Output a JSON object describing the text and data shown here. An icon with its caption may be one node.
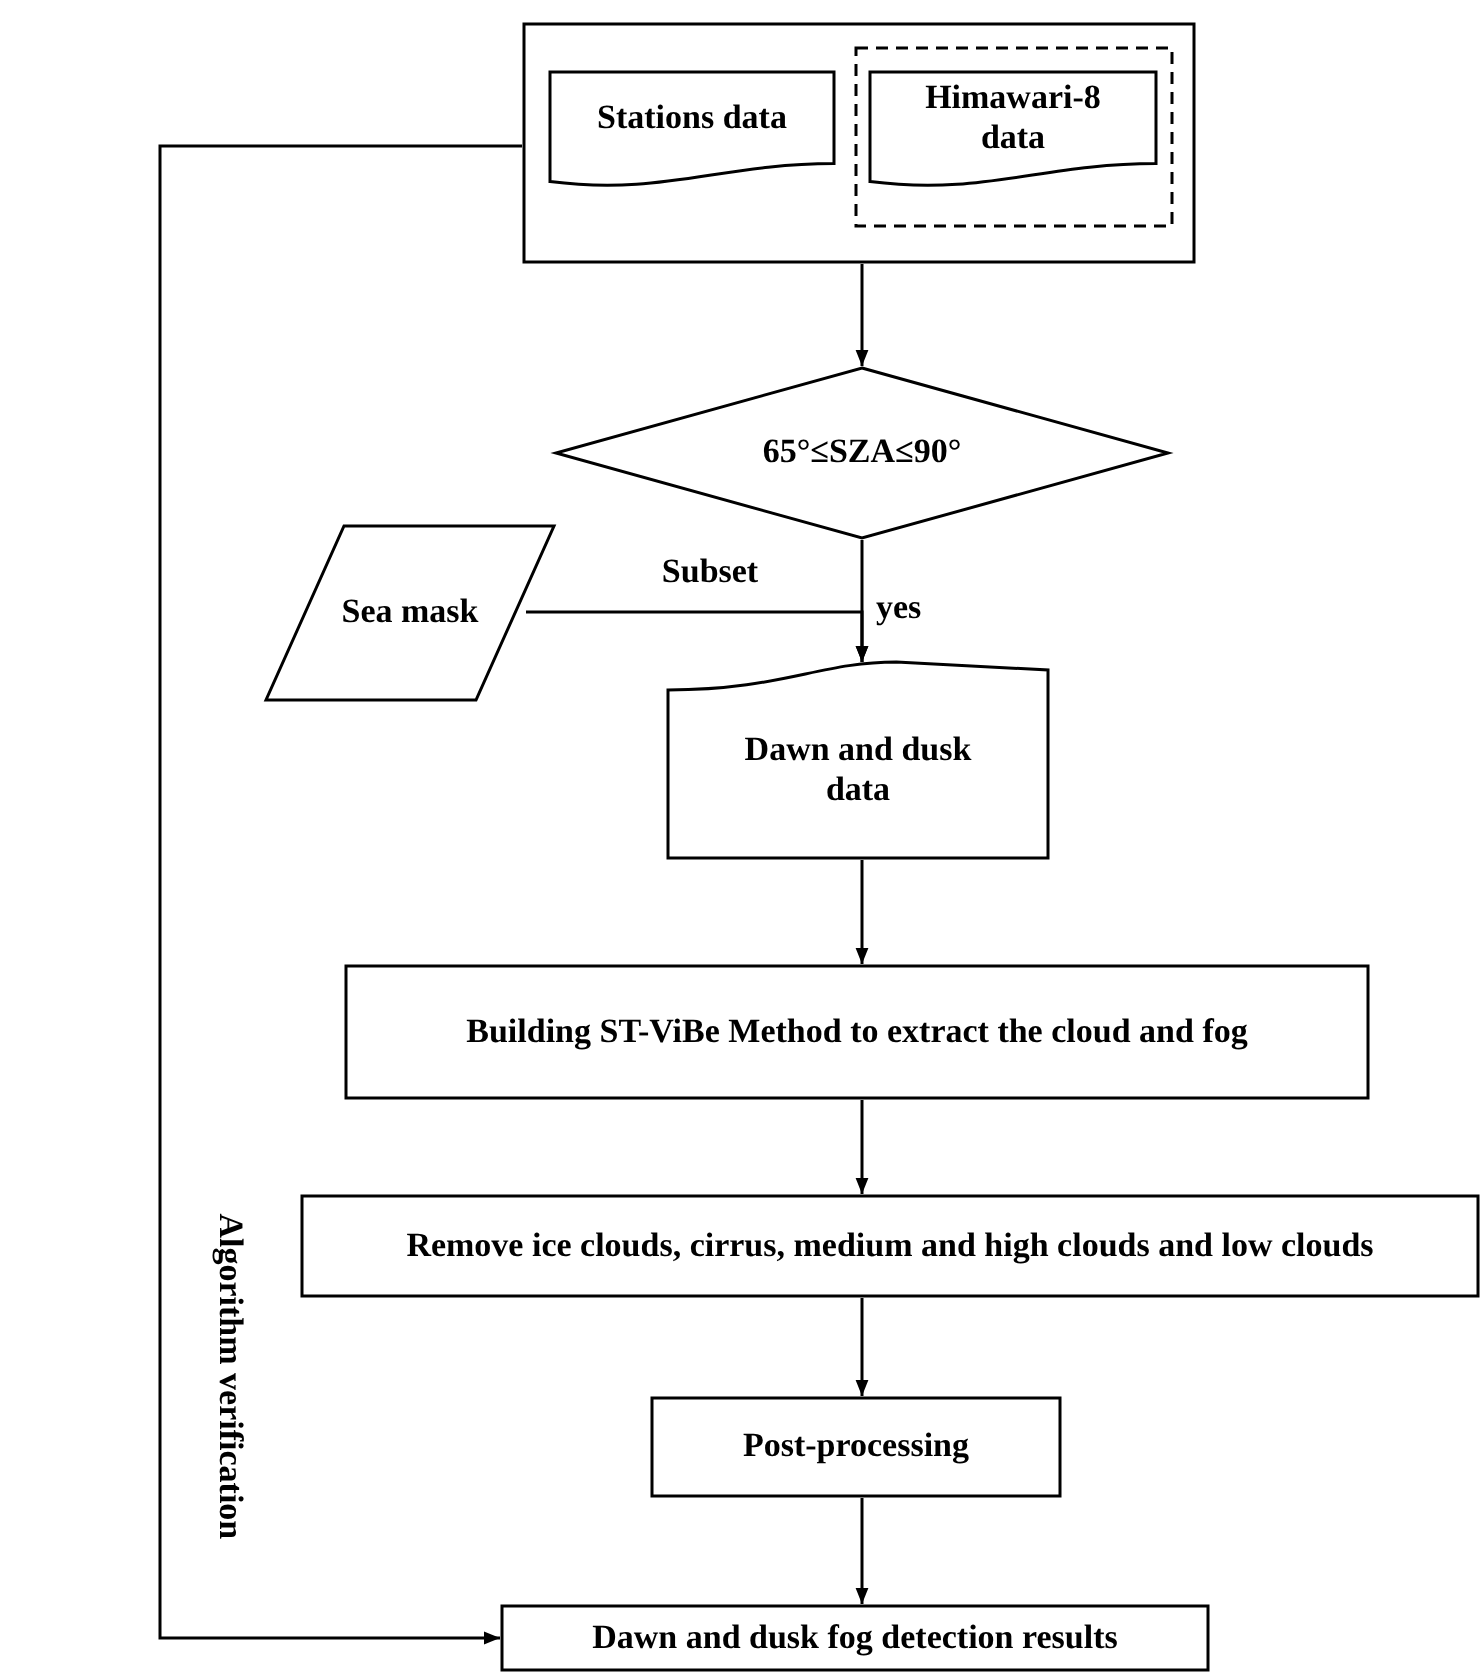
{
  "diagram": {
    "nodes": [
      {
        "text": [],
        "shape": "box"
      },
      {
        "text": [
          "Stations data"
        ],
        "in": 0
      },
      {
        "text": [],
        "shape": "box",
        "in": 0
      },
      {
        "text": [
          "Himawari-8 data"
        ],
        "in": 2
      },
      {
        "text": [
          "65°≤SZA≤90°"
        ]
      },
      {
        "text": [
          "Sea mask"
        ]
      },
      {
        "text": [
          "Dawn and dusk data"
        ]
      },
      {
        "text": [
          "Building ST-ViBe Method to extract the cloud and fog"
        ]
      },
      {
        "text": [
          "Remove ice clouds, cirrus, medium and high clouds and low clouds"
        ]
      },
      {
        "text": [
          "Post-processing"
        ]
      },
      {
        "text": [
          "Dawn and dusk fog detection results"
        ]
      }
    ],
    "edges": [
      {
        "from": 0,
        "to": 4,
        "arrow": "to"
      },
      {
        "from": 4,
        "to": 6,
        "arrow": "to",
        "label": "yes"
      },
      {
        "from": 5,
        "to": 6,
        "arrow": "to",
        "label": "Subset"
      },
      {
        "from": 6,
        "to": 7,
        "arrow": "to"
      },
      {
        "from": 7,
        "to": 8,
        "arrow": "to"
      },
      {
        "from": 8,
        "to": 9,
        "arrow": "to"
      },
      {
        "from": 9,
        "to": 10,
        "arrow": "to"
      },
      {
        "from": 0,
        "to": 10,
        "arrow": "to",
        "label": "Algorithm verification"
      }
    ]
  }
}
